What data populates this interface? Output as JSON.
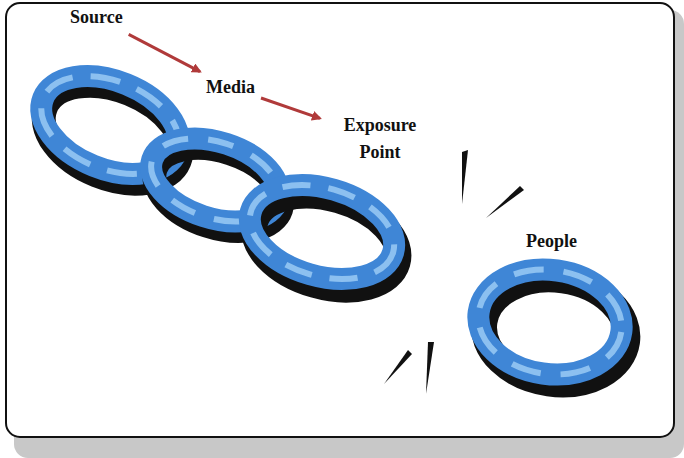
{
  "diagram": {
    "nodes": [
      {
        "text": [
          "Source"
        ]
      },
      {
        "text": [
          "Media"
        ]
      },
      {
        "text": [
          "Exposure Point"
        ]
      },
      {
        "text": [
          "People"
        ]
      }
    ],
    "edges": [
      {
        "from": 0,
        "to": 1,
        "arrow": "to"
      },
      {
        "from": 1,
        "to": 2,
        "arrow": "to"
      }
    ]
  }
}
